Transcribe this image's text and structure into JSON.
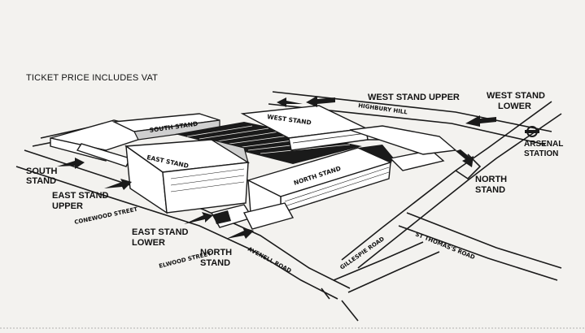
{
  "notice": "TICKET PRICE INCLUDES VAT",
  "stand_labels": {
    "west_upper": "WEST STAND UPPER",
    "west_lower_1": "WEST STAND",
    "west_lower_2": "LOWER",
    "south_1": "SOUTH",
    "south_2": "STAND",
    "east_upper_1": "EAST STAND",
    "east_upper_2": "UPPER",
    "east_lower_1": "EAST STAND",
    "east_lower_2": "LOWER",
    "north_right_1": "NORTH",
    "north_right_2": "STAND",
    "north_bottom_1": "NORTH",
    "north_bottom_2": "STAND"
  },
  "station": {
    "line1": "ARSENAL",
    "line2": "STATION"
  },
  "roof_labels": {
    "west": "WEST STAND",
    "south": "SOUTH STAND",
    "east": "EAST STAND",
    "north": "NORTH STAND"
  },
  "streets": {
    "highbury_hill": "HIGHBURY HILL",
    "conewood": "CONEWOOD STREET",
    "elwood": "ELWOOD STREET",
    "avenell": "AVENELL ROAD",
    "gillespie": "GILLESPIE ROAD",
    "st_thomas": "ST THOMAS'S ROAD"
  },
  "colors": {
    "ink": "#1a1a1a",
    "paper": "#f3f2ef"
  }
}
